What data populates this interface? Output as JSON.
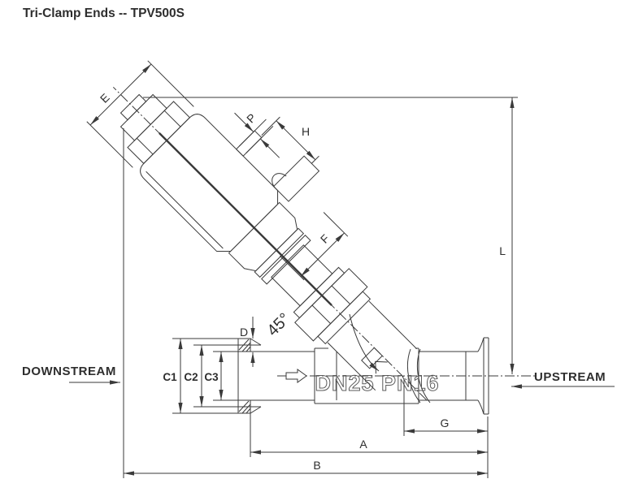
{
  "title": "Tri-Clamp Ends -- TPV500S",
  "flow_labels": {
    "downstream": "DOWNSTREAM",
    "upstream": "UPSTREAM"
  },
  "body_marking": "DN25 PN16",
  "dimension_labels": {
    "E": "E",
    "P": "P",
    "H": "H",
    "F": "F",
    "L": "L",
    "D": "D",
    "C1": "C1",
    "C2": "C2",
    "C3": "C3",
    "G": "G",
    "A": "A",
    "B": "B",
    "angle": "45°"
  },
  "drawing": {
    "type": "engineering-dimension-drawing",
    "subject": "45-degree angle seat valve with tri-clamp ends and pneumatic actuator",
    "valve_size": "DN25",
    "pressure_rating": "PN16",
    "actuator_angle_deg": 45
  },
  "colors": {
    "line": "#3a3a3a",
    "text": "#2e2e2e",
    "marking_outline": "#5a5a5a",
    "background": "#ffffff"
  }
}
